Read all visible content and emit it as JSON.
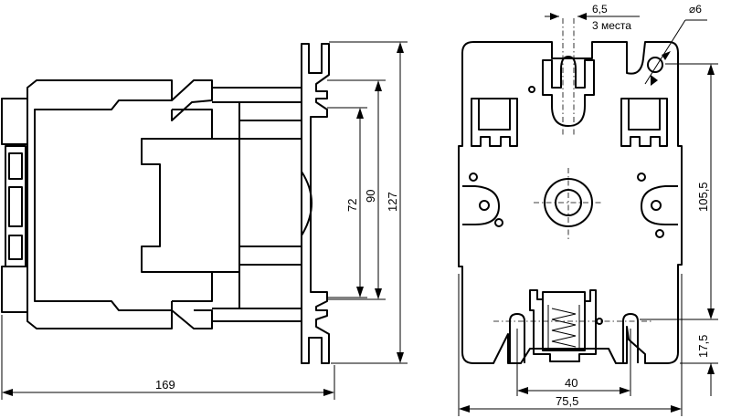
{
  "dimensions": {
    "depth_total": "169",
    "height_total": "127",
    "height_90": "90",
    "height_72": "72",
    "width_total": "75,5",
    "hole_spacing": "40",
    "height_105": "105,5",
    "height_17": "17,5",
    "slot_width": "6,5",
    "slot_note": "3 места",
    "hole_diameter": "⌀6"
  }
}
